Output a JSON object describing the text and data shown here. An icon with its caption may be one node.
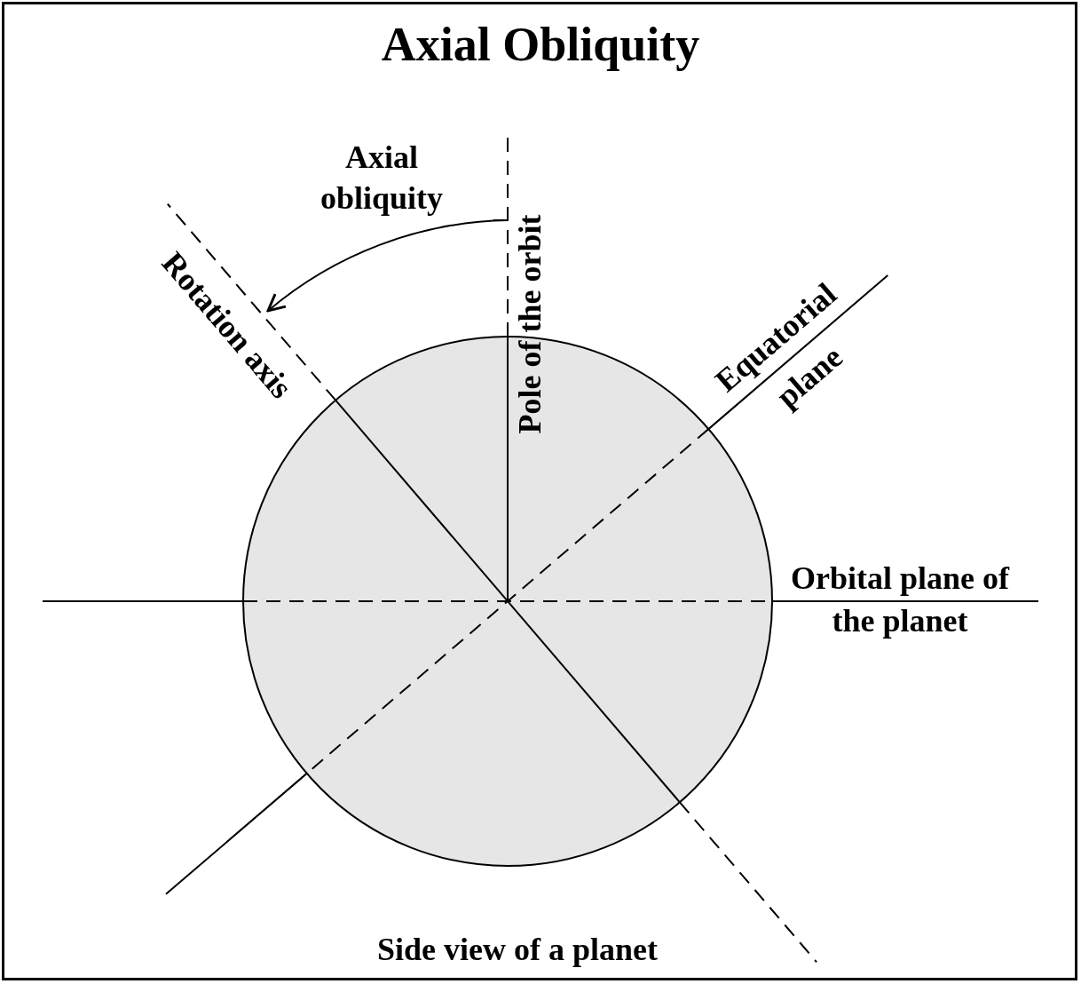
{
  "diagram": {
    "title": "Axial Obliquity",
    "caption": "Side view of a planet",
    "labels": [
      "Axial obliquity",
      "Rotation axis",
      "Pole of the orbit",
      "Equatorial plane",
      "Orbital plane of the planet"
    ]
  }
}
